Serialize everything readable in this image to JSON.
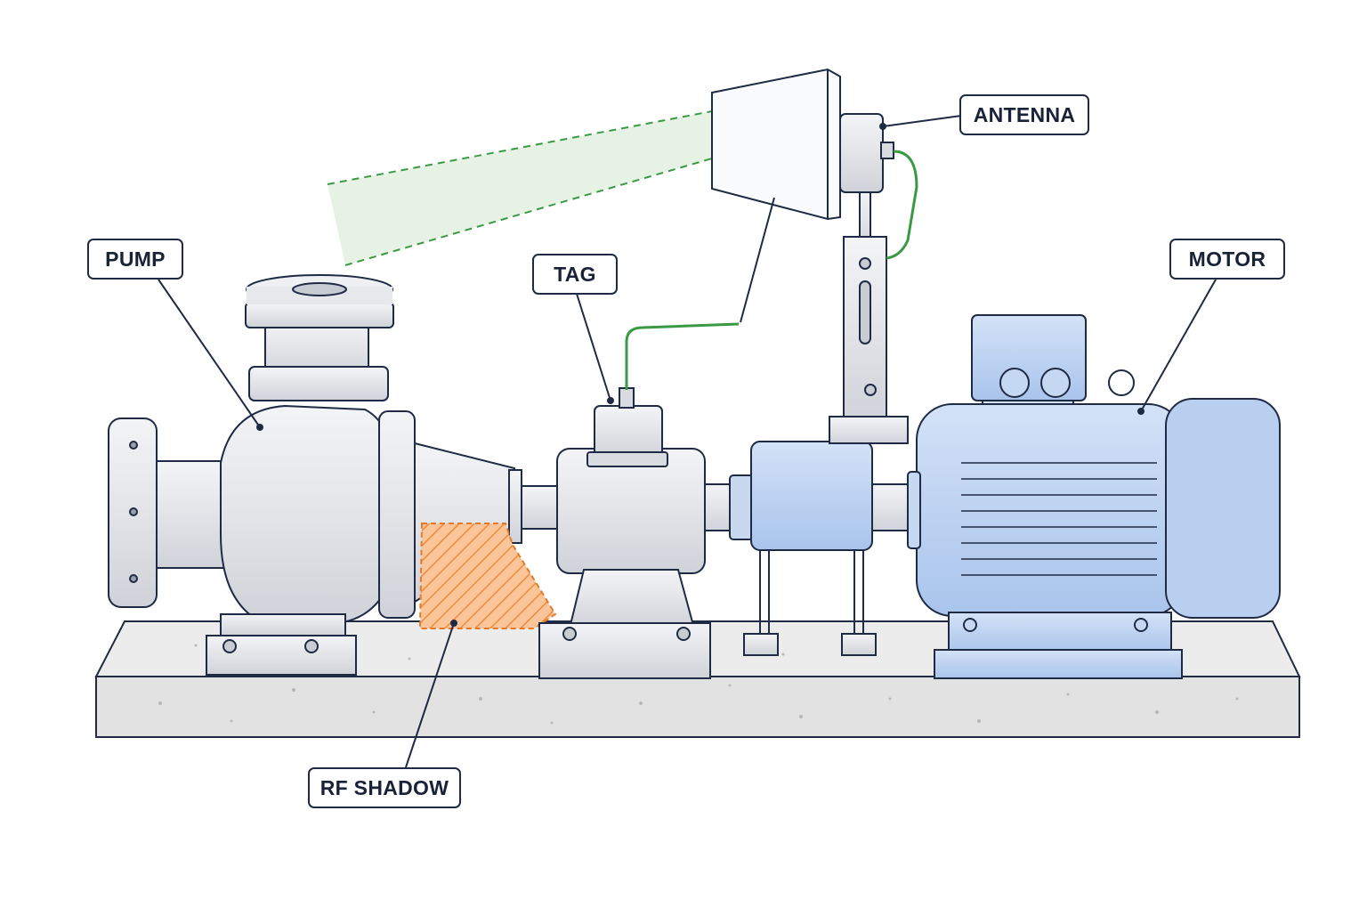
{
  "labels": {
    "pump": "PUMP",
    "tag": "TAG",
    "antenna": "ANTENNA",
    "motor": "MOTOR",
    "rf_shadow": "RF SHADOW"
  },
  "colors": {
    "outline": "#1f2a44",
    "metal_fill": "#e4e6ea",
    "motor_fill": "#bcd3f2",
    "concrete_fill": "#e3e3e3",
    "rf_shadow": "#f39a4a",
    "rf_beam": "#3a9a44",
    "cable": "#3a9a44"
  }
}
